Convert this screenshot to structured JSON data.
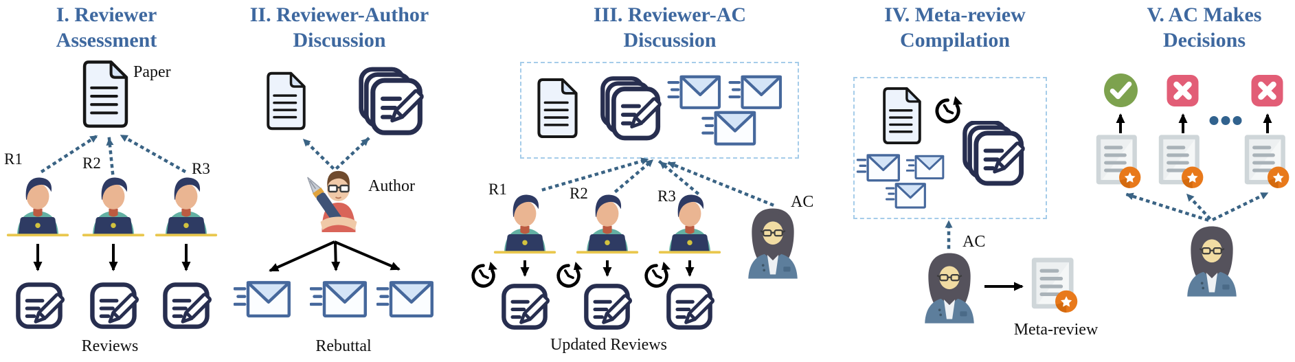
{
  "stages": [
    {
      "title1": "I. Reviewer",
      "title2": "Assessment",
      "paper_label": "Paper",
      "reviewer_labels": [
        "R1",
        "R2",
        "R3"
      ],
      "output_label": "Reviews"
    },
    {
      "title1": "II. Reviewer-Author",
      "title2": "Discussion",
      "author_label": "Author",
      "output_label": "Rebuttal"
    },
    {
      "title1": "III. Reviewer-AC",
      "title2": "Discussion",
      "reviewer_labels": [
        "R1",
        "R2",
        "R3"
      ],
      "ac_label": "AC",
      "output_label": "Updated Reviews"
    },
    {
      "title1": "IV. Meta-review",
      "title2": "Compilation",
      "ac_label": "AC",
      "output_label": "Meta-review"
    },
    {
      "title1": "V. AC Makes",
      "title2": "Decisions"
    }
  ],
  "icons": {
    "paper": "document with folded corner",
    "review": "notepad with pencil",
    "review_stack": "stacked notepads with pencil",
    "rebuttal_mail": "speeding envelope",
    "reviewer": "person at laptop",
    "author": "person with fountain pen",
    "ac": "woman with glasses",
    "update_clock": "clock with circular arrow",
    "meta_review_doc": "gray document with star badge",
    "accept": "green circle with checkmark",
    "reject": "pink square with cross",
    "ellipsis": "three dots"
  },
  "colors": {
    "title_blue": "#3e689f",
    "arrow_blue": "#3a6384",
    "icon_navy": "#272e4f",
    "envelope_blue": "#46689c",
    "dashed_box_blue": "#a5cce9",
    "accept_green": "#7da24e",
    "reject_pink": "#e25d76",
    "badge_orange": "#e8791b",
    "doc_gray": "#cfd6d9",
    "desk_yellow": "#e9c74d",
    "shirt_teal": "#63b0a3",
    "author_shirt_red": "#d96459",
    "jacket_blue": "#5d7e9c"
  }
}
